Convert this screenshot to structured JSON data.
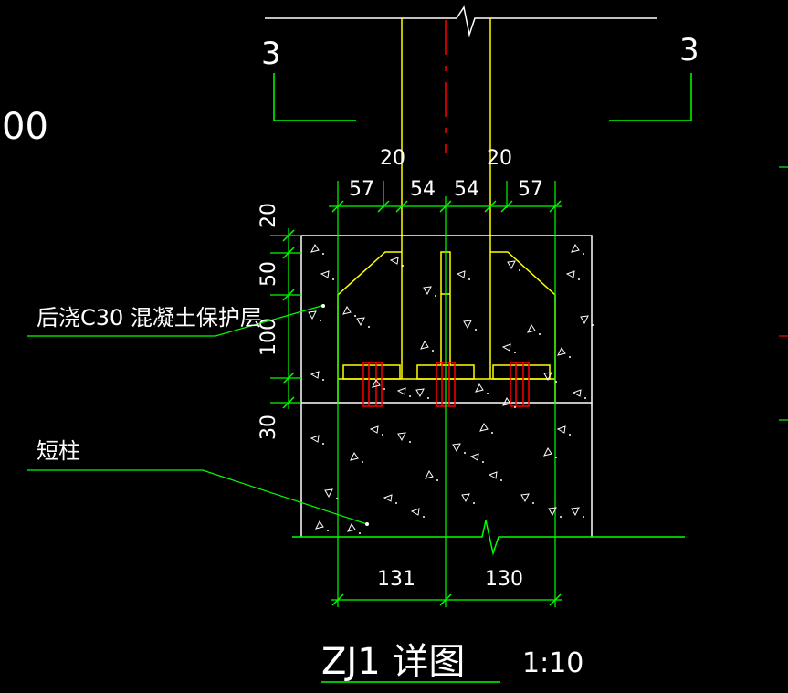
{
  "drawing": {
    "section_mark_left": "3",
    "section_mark_right": "3",
    "partial_label": "00",
    "annotations": {
      "protective_layer": "后浇C30  混凝土保护层",
      "short_column": "短柱"
    },
    "dimensions": {
      "top_left_20": "20",
      "top_right_20": "20",
      "seg_57_left": "57",
      "seg_54_left": "54",
      "seg_54_right": "54",
      "seg_57_right": "57",
      "vert_20": "20",
      "vert_50": "50",
      "vert_100": "100",
      "vert_30": "30",
      "bottom_131": "131",
      "bottom_130": "130"
    },
    "title": "ZJ1  详图",
    "scale": "1:10",
    "colors": {
      "background": "#000000",
      "line_white": "#ffffff",
      "line_green": "#00ff00",
      "line_yellow": "#ffff00",
      "line_red": "#ff0000"
    }
  }
}
